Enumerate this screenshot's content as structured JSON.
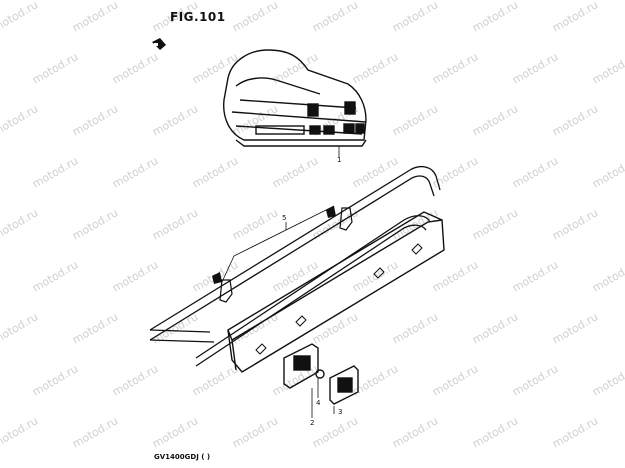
{
  "diagram": {
    "figure_label": "FIG.101",
    "model_code": "GV1400GDJ ( )",
    "callouts": [
      "1",
      "2",
      "3",
      "4",
      "5"
    ],
    "watermark_text": "motod.ru"
  }
}
